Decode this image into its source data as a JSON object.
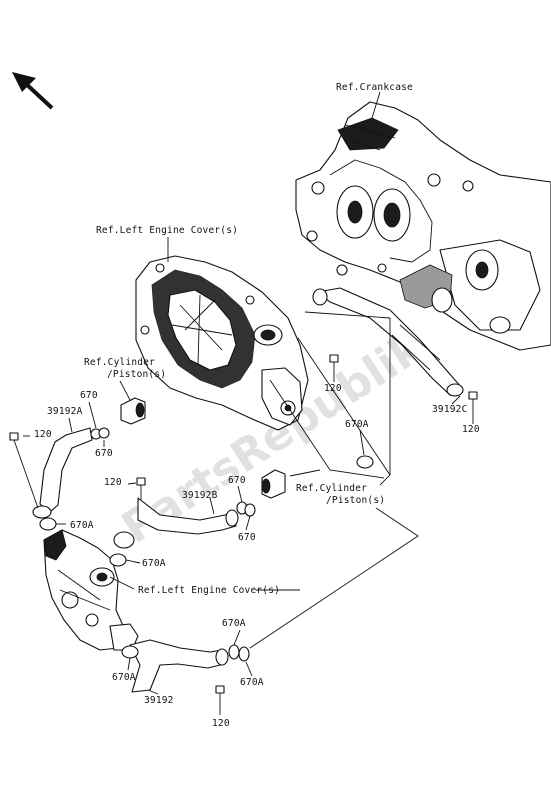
{
  "watermark": "PartsRepublik",
  "labels": {
    "ref_crankcase": "Ref.Crankcase",
    "ref_left_engine_cover_top": "Ref.Left Engine Cover(s)",
    "ref_cylinder_piston_left_1": "Ref.Cylinder",
    "ref_cylinder_piston_left_2": "/Piston(s)",
    "ref_cylinder_piston_right_1": "Ref.Cylinder",
    "ref_cylinder_piston_right_2": "/Piston(s)",
    "ref_left_engine_cover_bottom": "Ref.Left Engine Cover(s)",
    "p670_top_left": "670",
    "p39192A": "39192A",
    "p120_left": "120",
    "p670_left_lower": "670",
    "p120_right_top": "120",
    "p39192C": "39192C",
    "p120_far_right": "120",
    "p670A_mid": "670A",
    "p120_mid": "120",
    "p39192B": "39192B",
    "p670_mid_upper": "670",
    "p670_mid_lower": "670",
    "p670A_left": "670A",
    "p670A_center": "670A",
    "p670A_bottom_right_upper": "670A",
    "p670A_bottom_right_lower": "670A",
    "p670A_bottom_left": "670A",
    "p39192": "39192",
    "p120_bottom": "120"
  },
  "icons": {
    "direction_arrow": "arrow-up-left-icon"
  }
}
